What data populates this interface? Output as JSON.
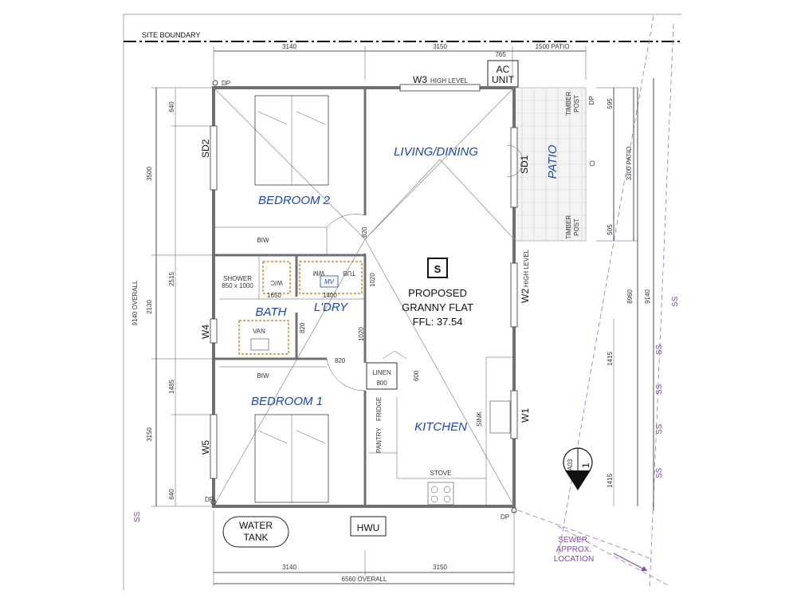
{
  "rooms": {
    "bedroom2": "BEDROOM 2",
    "living": "LIVING/DINING",
    "patio": "PATIO",
    "bath": "BATH",
    "laundry": "L'DRY",
    "bedroom1": "BEDROOM 1",
    "kitchen": "KITCHEN"
  },
  "labels": {
    "site_boundary": "SITE BOUNDARY",
    "ac_unit_1": "AC",
    "ac_unit_2": "UNIT",
    "w3": "W3",
    "w3_note": "HIGH LEVEL",
    "w2": "W2",
    "w2_note": "HIGH LEVEL",
    "w1": "W1",
    "w4": "W4",
    "w5": "W5",
    "sd1": "SD1",
    "sd2": "SD2",
    "dp": "DP",
    "biw": "BIW",
    "shower_1": "SHOWER",
    "shower_2": "850 x 1000",
    "wc": "W/C",
    "wm": "WM",
    "tub": "TUB",
    "mv": "MV",
    "van": "VAN",
    "linen": "LINEN",
    "pantry": "PANTRY",
    "fridge": "FRIDGE",
    "sink": "SINK",
    "stove": "STOVE",
    "water_tank_1": "WATER",
    "water_tank_2": "TANK",
    "hwu": "HWU",
    "timber_post": "TIMBER",
    "timber_post_2": "POST",
    "symbol": "S",
    "proposed_1": "PROPOSED",
    "proposed_2": "GRANNY FLAT",
    "proposed_3": "FFL: 37.54",
    "section_ref": "A03",
    "section_num": "1",
    "sewer_1": "SEWER.",
    "sewer_2": "APPROX.",
    "sewer_3": "LOCATION",
    "ss": "SS"
  },
  "dimensions": {
    "top_left": "3140",
    "top_right": "3150",
    "top_765": "765",
    "top_patio": "1500 PATIO",
    "left_640_top": "640",
    "left_3500": "3500",
    "left_2515": "2515",
    "left_2130": "2130",
    "left_overall": "9140 OVERALL",
    "left_1485": "1485",
    "left_3150": "3150",
    "left_640_bot": "640",
    "right_595": "595",
    "right_3300": "3300 PATIO",
    "right_505": "505",
    "right_8960": "8960",
    "right_9140": "9140",
    "right_1415_a": "1415",
    "right_1415_b": "1415",
    "d_820_a": "820",
    "d_1020_a": "1020",
    "d_1650": "1650",
    "d_1400": "1400",
    "d_820_b": "820",
    "d_1020_b": "1020",
    "d_820_c": "820",
    "d_600": "600",
    "d_800": "800",
    "bot_left": "3140",
    "bot_right": "3150",
    "bot_overall": "6560 OVERALL"
  }
}
